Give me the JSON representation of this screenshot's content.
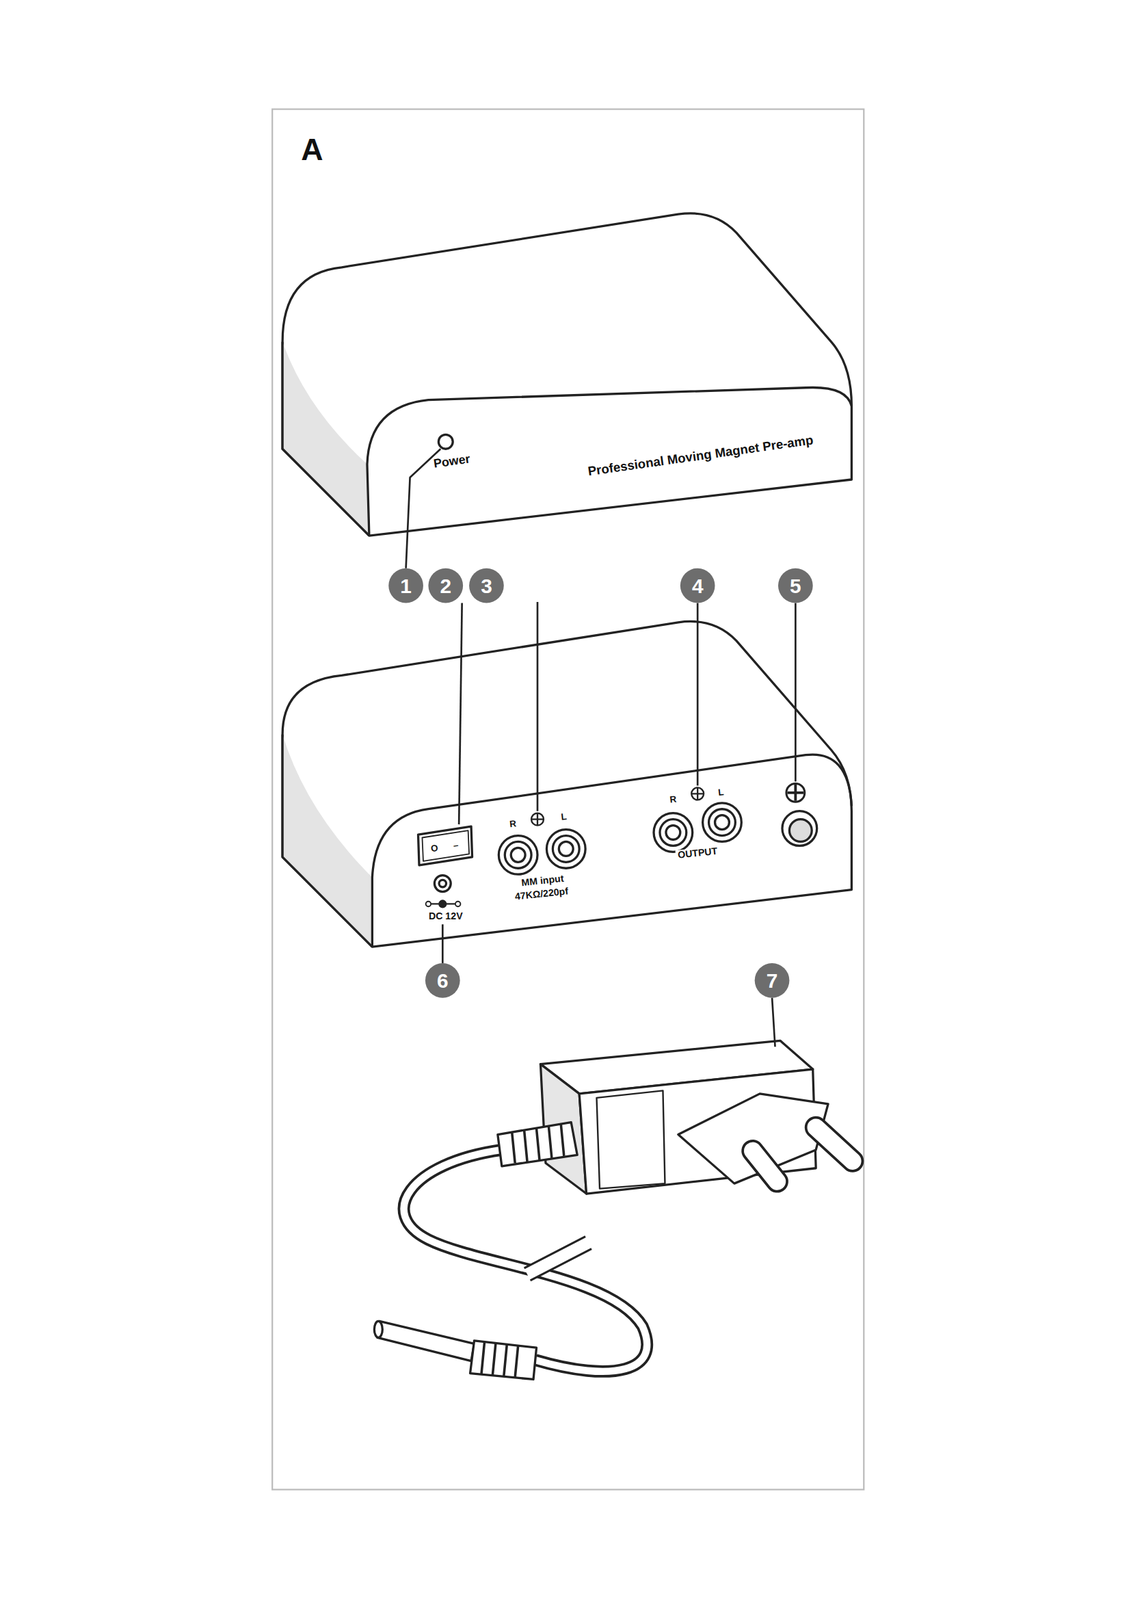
{
  "diagram": {
    "labels": [
      "A",
      "Power",
      "Professional Moving Magnet Pre-amp",
      "1",
      "2",
      "3",
      "4",
      "5",
      "O",
      "–",
      "R",
      "L",
      "MM input",
      "47KΩ/220pf",
      "R",
      "L",
      "OUTPUT",
      "DC 12V",
      "6",
      "7"
    ]
  }
}
